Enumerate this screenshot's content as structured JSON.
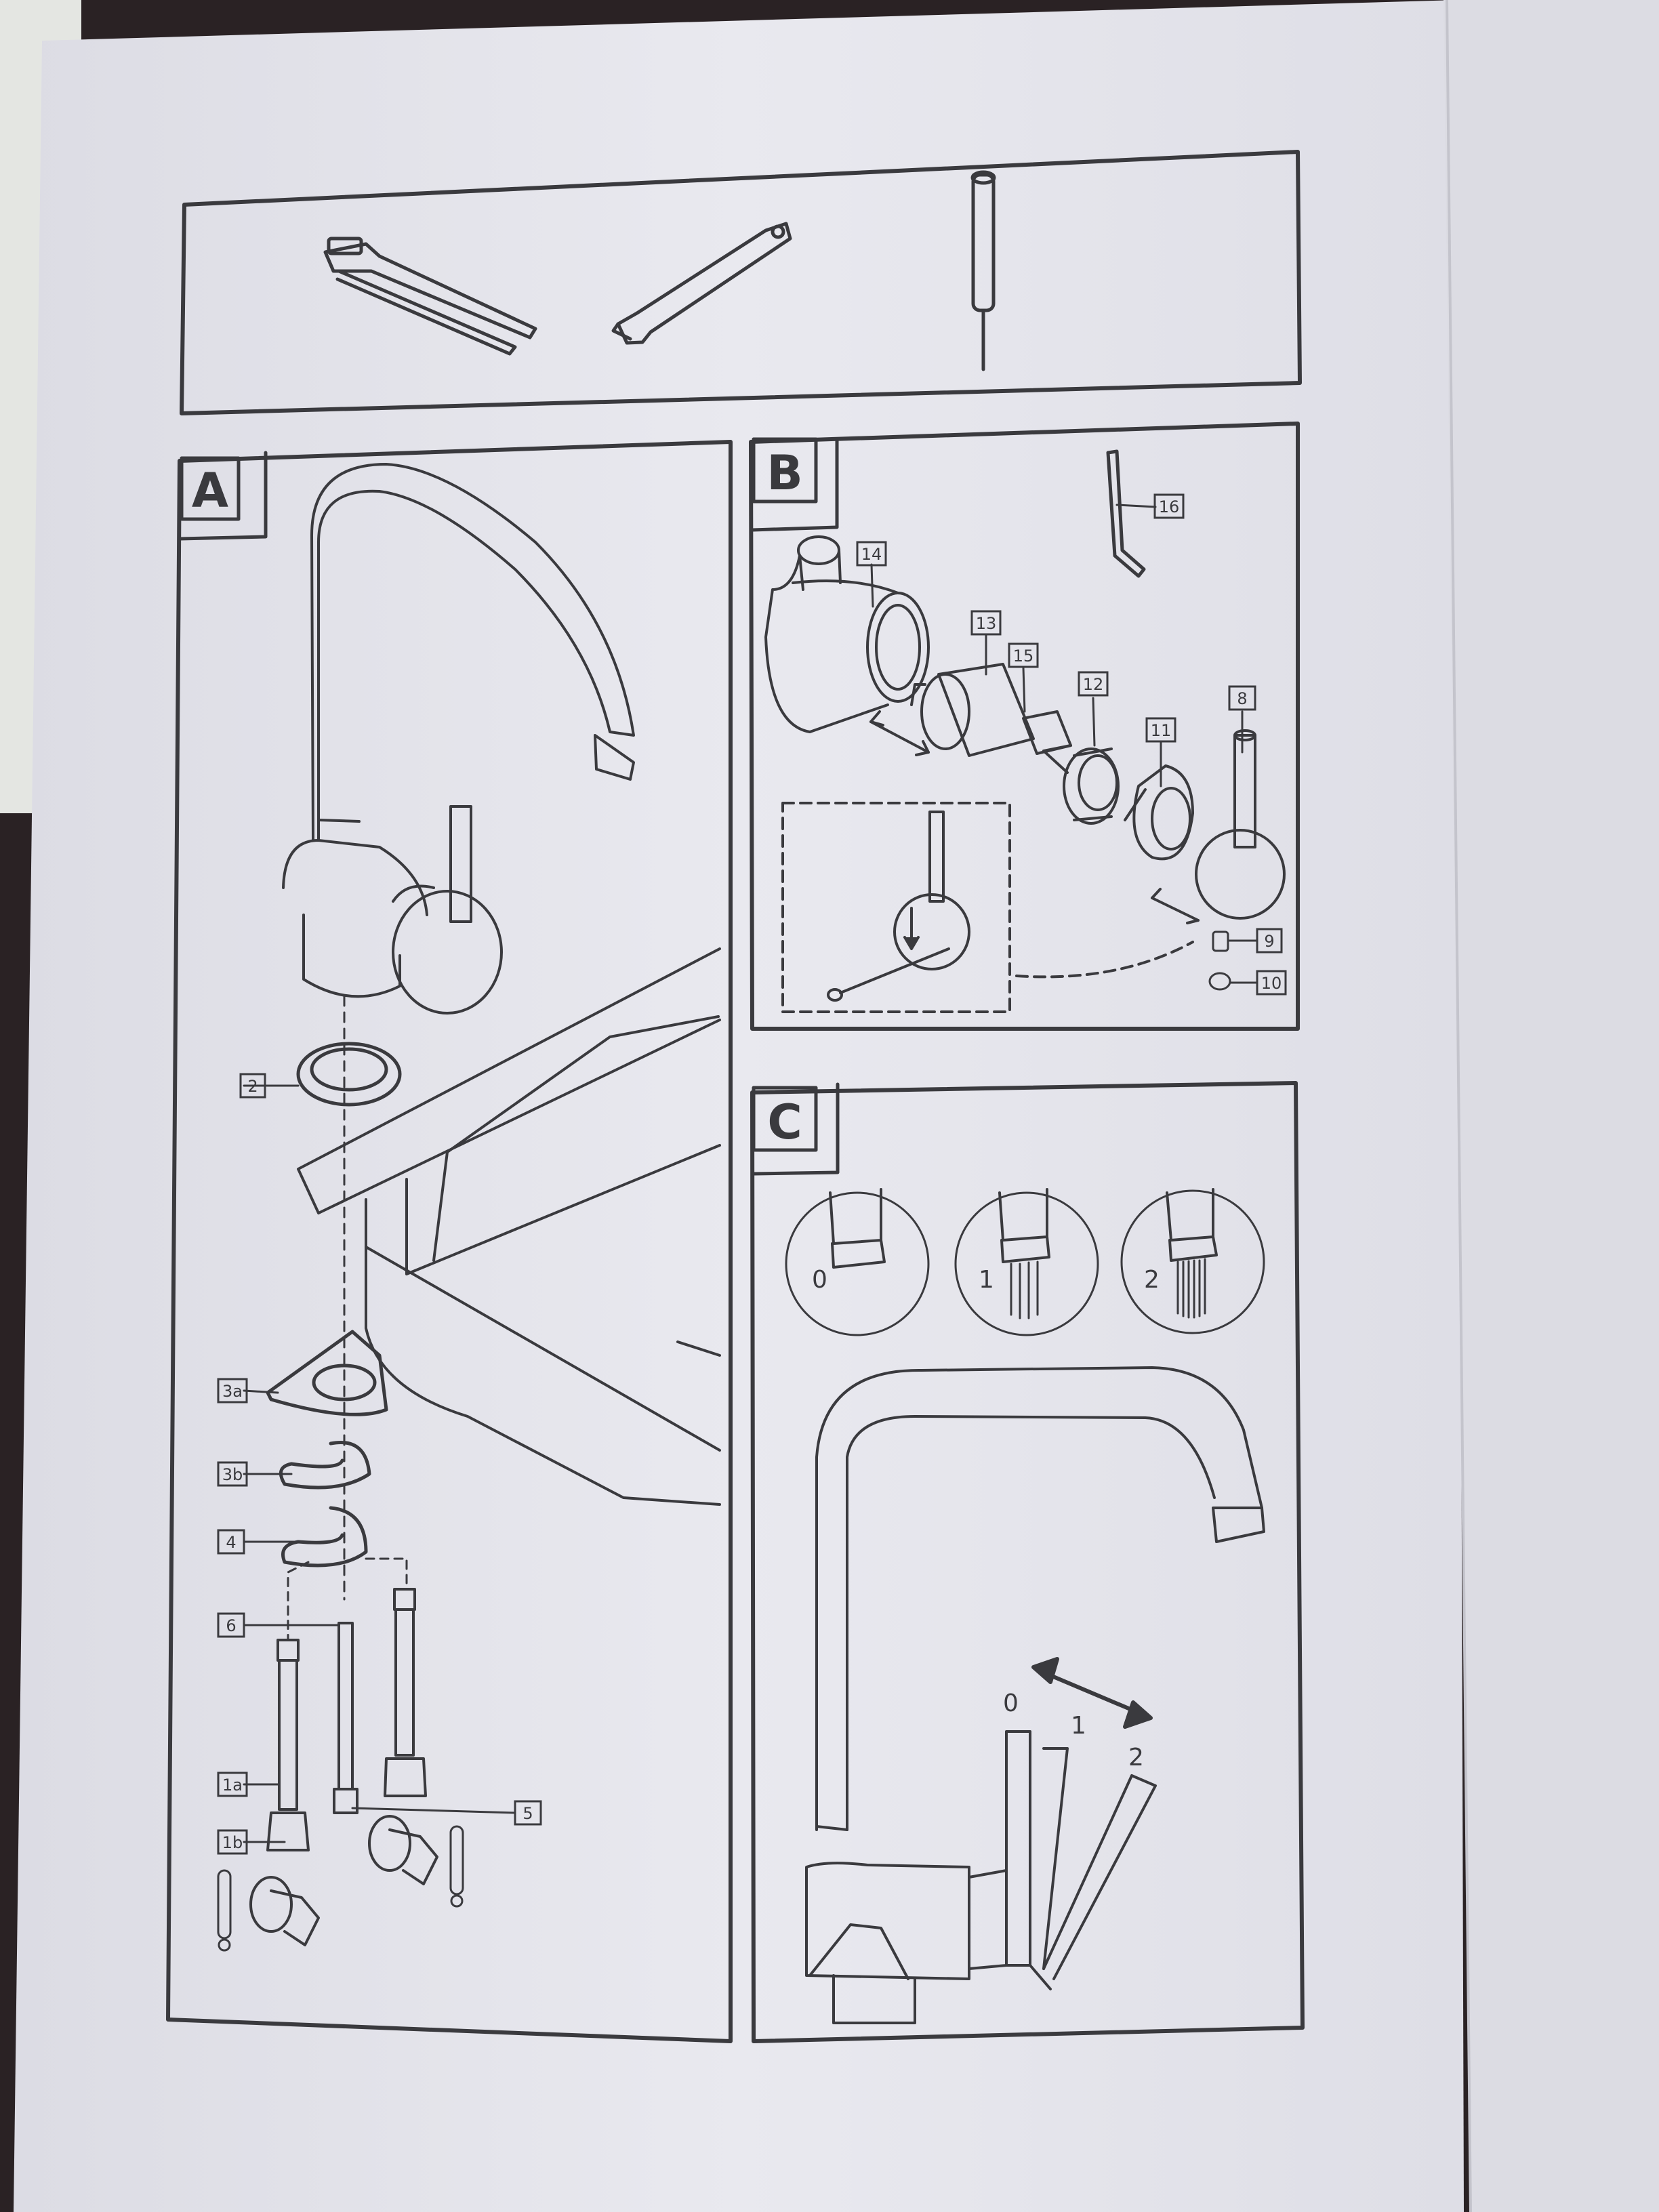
{
  "sections": {
    "tools": {
      "items": [
        "pipe-wrench",
        "adjustable-wrench",
        "screwdriver"
      ]
    },
    "a": {
      "letter": "A",
      "callouts": [
        "2",
        "3a",
        "3b",
        "4",
        "6",
        "1a",
        "1b",
        "5"
      ]
    },
    "b": {
      "letter": "B",
      "callouts": [
        "14",
        "13",
        "15",
        "12",
        "11",
        "8",
        "16",
        "9",
        "10"
      ]
    },
    "c": {
      "letter": "C",
      "spray_modes": [
        "0",
        "1",
        "2"
      ],
      "lever_positions": [
        "0",
        "1",
        "2"
      ]
    }
  },
  "colors": {
    "paper": "#e8e8ee",
    "ink": "#3a3a3e",
    "background": "#2a2224"
  }
}
